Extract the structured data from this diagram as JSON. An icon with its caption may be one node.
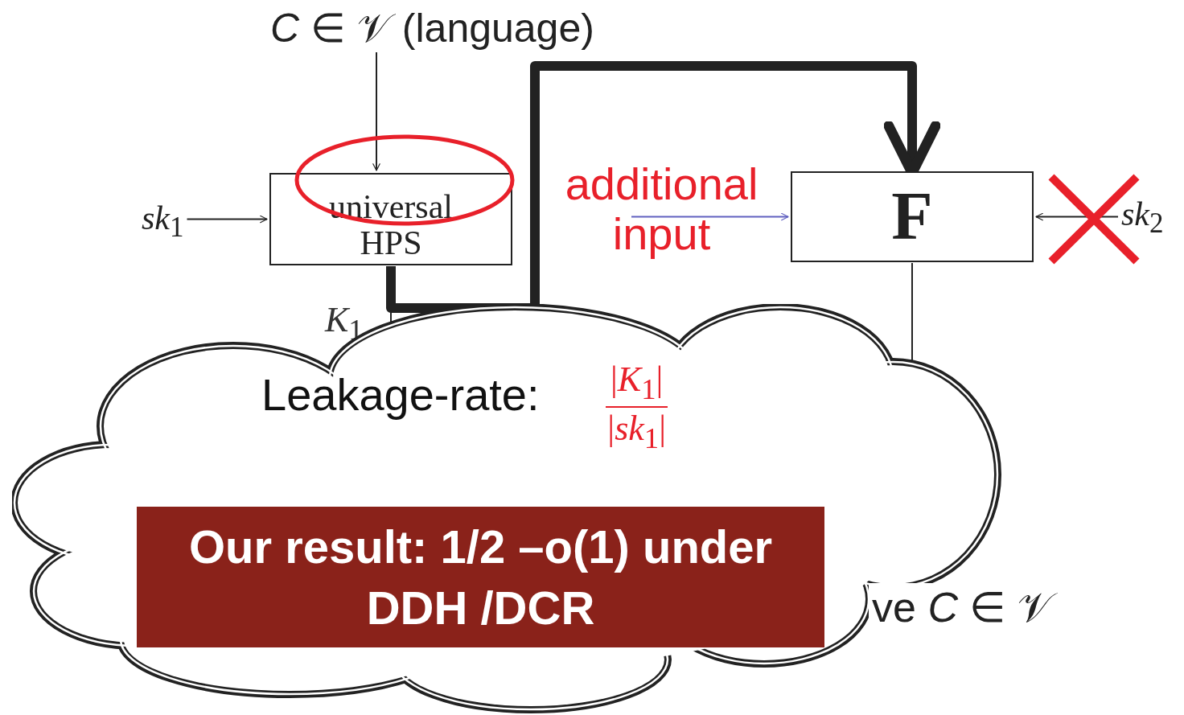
{
  "diagram": {
    "nodes": [
      {
        "text": [
          "*C* ∈ 𝒱",
          "(language)"
        ]
      },
      {
        "text": [
          "universal HPS"
        ]
      },
      {
        "text": [
          "*sk*$_{1}$"
        ]
      },
      {
        "text": [
          "F"
        ]
      },
      {
        "text": [
          "additional input"
        ]
      },
      {
        "text": [
          "*sk*$_{2}$"
        ]
      },
      {
        "text": [
          "Leakage-rate:",
          "|*K*$_{1}$|",
          "|*sk*$_{1}$|"
        ]
      },
      {
        "text": [
          "Our result: 1/2 –o(1) under DDH /DCR"
        ],
        "in": 6
      }
    ],
    "edges": [
      {
        "from": 0,
        "to": 1,
        "arrow": "to"
      },
      {
        "from": 2,
        "to": 1,
        "arrow": "to"
      },
      {
        "from": 1,
        "to": 3,
        "arrow": "to",
        "style": "thick"
      },
      {
        "from": 4,
        "to": 3,
        "arrow": "to",
        "color": "#6060c0"
      },
      {
        "from": 5,
        "to": 3,
        "arrow": "to"
      },
      {
        "from": 1,
        "to": 6,
        "arrow": "none",
        "label": "*K*$_{1}$"
      },
      {
        "from": 3,
        "to": 6,
        "arrow": "none"
      }
    ],
    "labels": [
      "ve *C* ∈ 𝒱"
    ]
  }
}
